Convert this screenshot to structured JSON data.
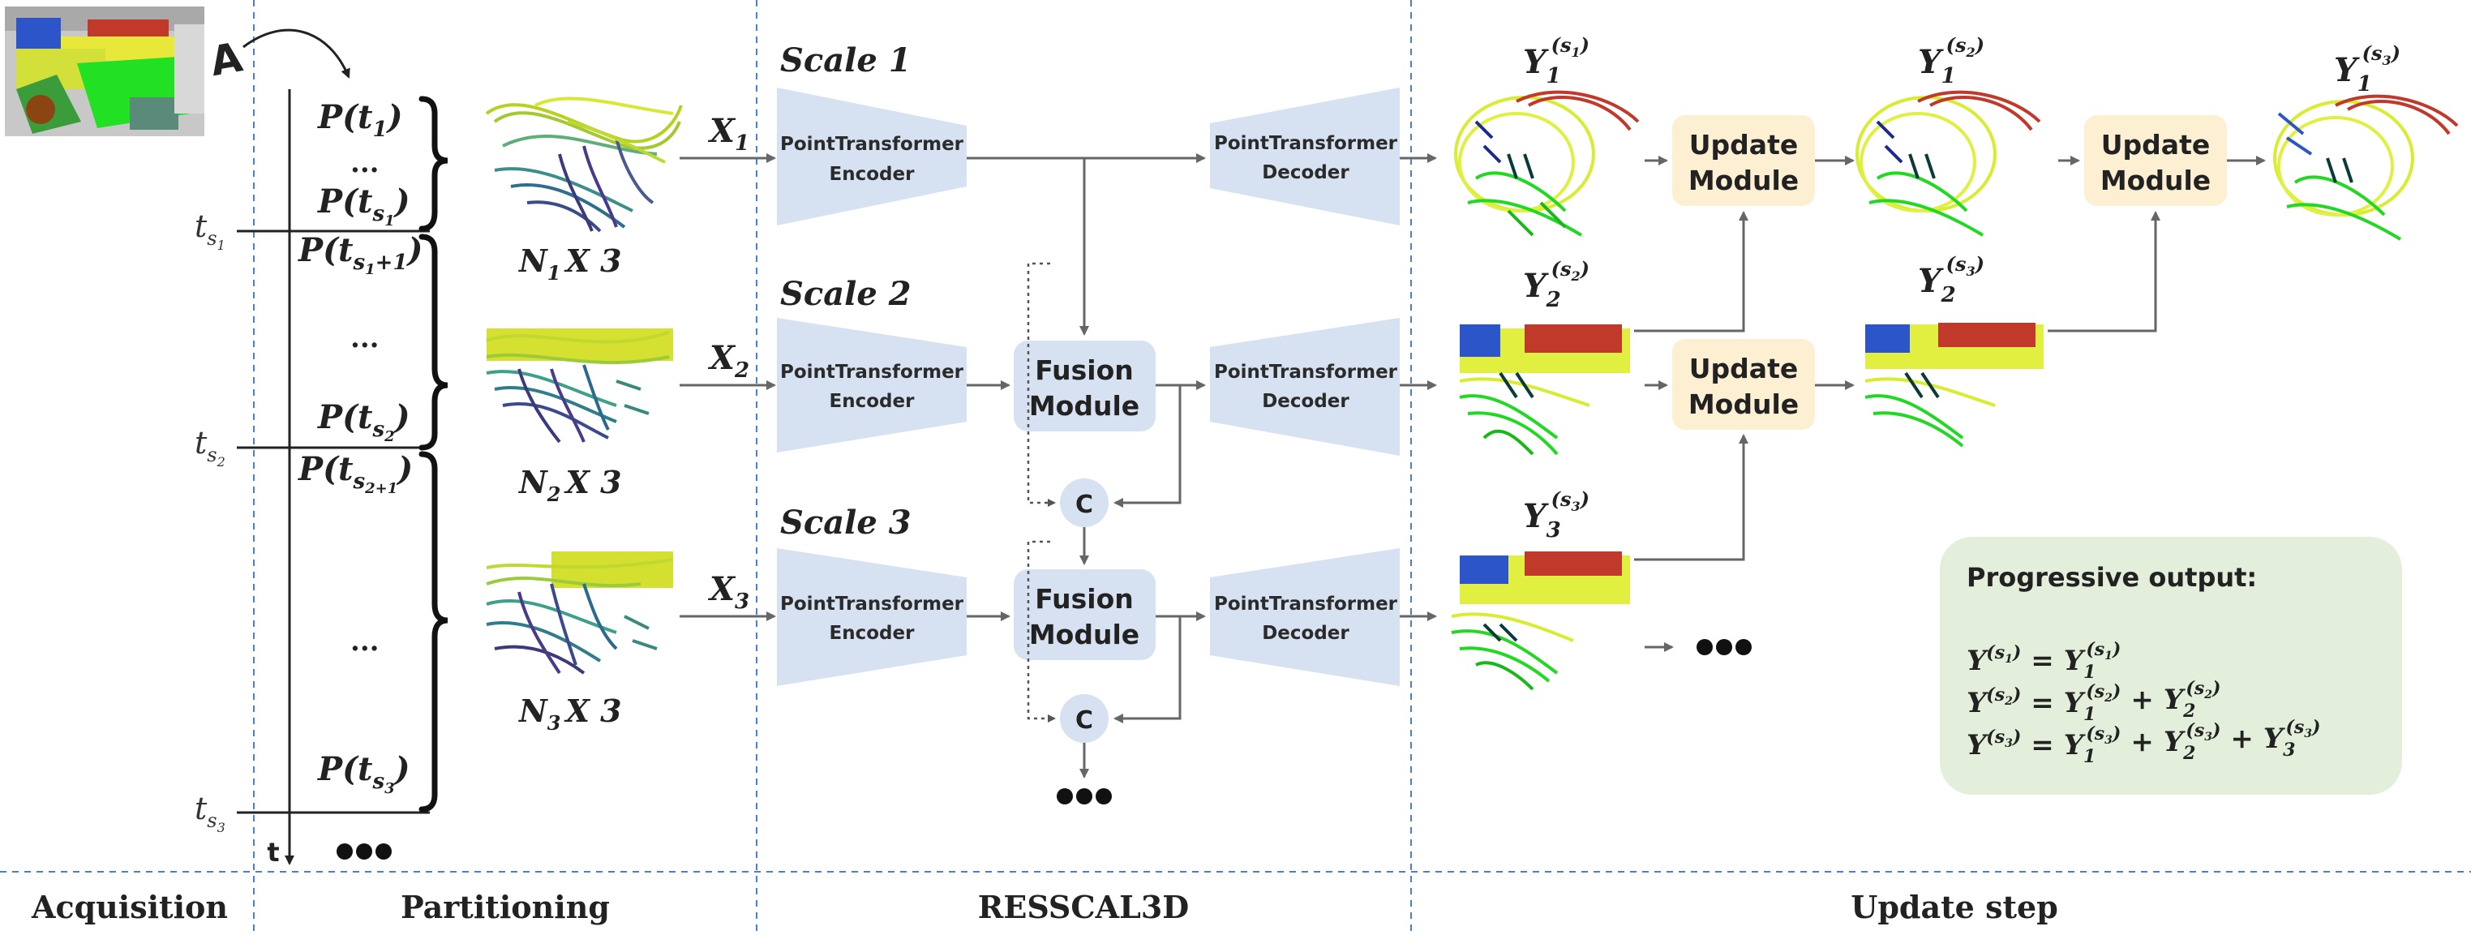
{
  "sections": {
    "acquisition": "Acquisition",
    "partitioning": "Partitioning",
    "resscal3d": "RESSCAL3D",
    "update_step": "Update step"
  },
  "acquisition": {
    "sensor_letter": "A",
    "time_axis": "t",
    "times": {
      "t_s1": "t",
      "t_s2": "t",
      "t_s3": "t"
    }
  },
  "partitioning": {
    "p_t1": "P(t",
    "p_ts1": "P(t",
    "p_ts1_1": "P(t",
    "p_ts2": "P(t",
    "p_ts2_1": "P(t",
    "p_ts3": "P(t",
    "ellipsis": "...",
    "n1": "N",
    "n2": "N",
    "n3": "N",
    "dim": "X 3",
    "x1": "X",
    "x2": "X",
    "x3": "X"
  },
  "scales": {
    "scale1": "Scale 1",
    "scale2": "Scale 2",
    "scale3": "Scale 3"
  },
  "modules": {
    "encoder_l1": "PointTransformer",
    "encoder_l2": "Encoder",
    "decoder_l1": "PointTransformer",
    "decoder_l2": "Decoder",
    "fusion_l1": "Fusion",
    "fusion_l2": "Module",
    "update_l1": "Update",
    "update_l2": "Module",
    "concat": "C"
  },
  "outputs": {
    "y": "Y",
    "s": "(s"
  },
  "progressive": {
    "title": "Progressive output:",
    "eq": "=",
    "plus": "+"
  },
  "colors": {
    "module_blue": "#d6e2f1",
    "update_yellow": "#fdefd2",
    "progressive_green": "#e3efda",
    "divider_blue": "#4a7fd0",
    "arrow_gray": "#666666"
  }
}
